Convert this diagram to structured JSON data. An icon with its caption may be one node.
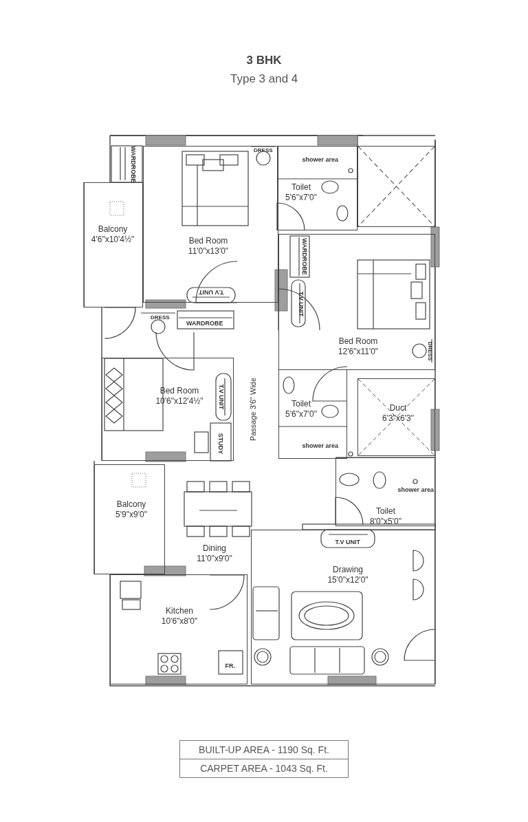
{
  "diagram": {
    "title": "3 BHK",
    "nodes": [
      {
        "text": [
          "Bed Room",
          "11'0\"x13'0\""
        ]
      },
      {
        "text": [
          "Toilet",
          "5'6\"x7'0\""
        ]
      },
      {
        "text": [],
        "shape": "box"
      },
      {
        "text": [
          "Balcony",
          "4'6\"x10'4½\""
        ]
      },
      {
        "text": [
          "Bed Room",
          "12'6\"x11'0\""
        ]
      },
      {
        "text": [
          "Bed Room",
          "10'6\"x12'4½\""
        ]
      },
      {
        "text": [
          "Toilet",
          "5'6\"x7'0\""
        ]
      },
      {
        "text": [
          "Duct",
          "6'3\"x6'3\""
        ]
      },
      {
        "text": [
          "Balcony",
          "5'9\"x9'0\""
        ]
      },
      {
        "text": [
          "Dining",
          "11'0\"x9'0\""
        ]
      },
      {
        "text": [
          "Toilet",
          "8'0\"x5'0\""
        ]
      },
      {
        "text": [
          "Drawing",
          "15'0\"x12'0\""
        ]
      },
      {
        "text": [
          "Kitchen",
          "10'6\"x8'0\""
        ]
      }
    ],
    "labels": [
      "Type 3 and 4",
      "WARDROBE",
      "DRESS",
      "shower area",
      "WARDROBE",
      "T.V UNIT",
      "T.V UNIT",
      "DRESS",
      "WARDROBE",
      "DRESS",
      "T.V UNIT",
      "STUDY",
      "Passage 3'6\" Wide",
      "shower area",
      "shower area",
      "T.V UNIT",
      "FR.",
      "BUILT-UP AREA - 1190 Sq. Ft.",
      "CARPET AREA - 1043 Sq. Ft."
    ]
  }
}
